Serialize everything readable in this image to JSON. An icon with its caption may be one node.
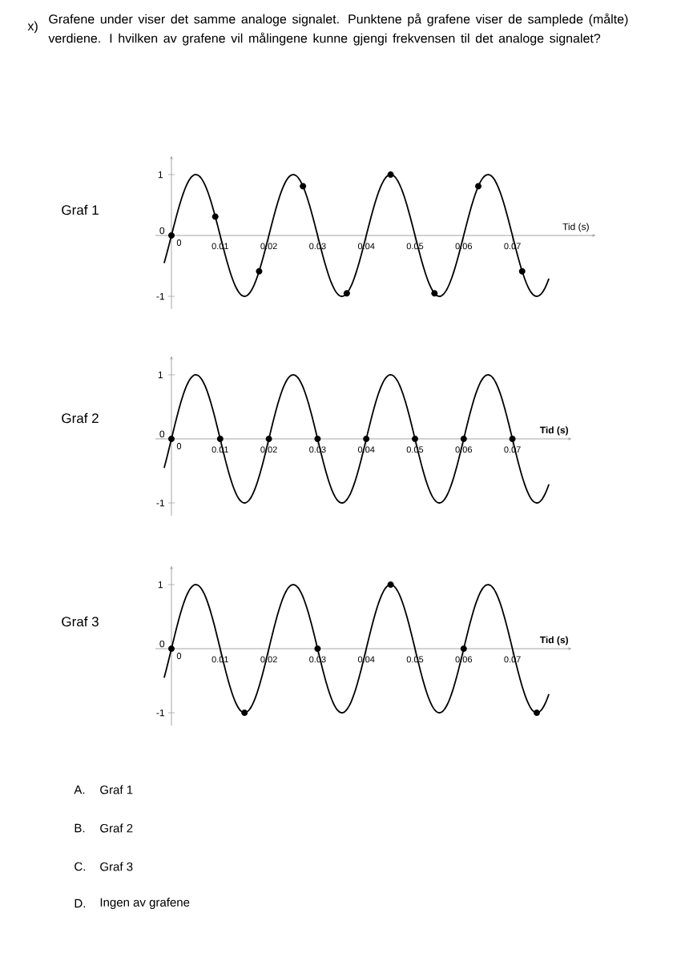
{
  "diagram": {
    "labels": [
      "x)",
      "Grafene under viser det samme analoge signalet. Punktene på grafene viser de samplede (målte) verdiene. I hvilken av grafene vil målingene kunne gjengi frekvensen til det analoge signalet?",
      "1",
      "Graf 1",
      "0",
      "Tid (s)",
      "0",
      "0.01",
      "0.02",
      "0.03",
      "0.04",
      "0.05",
      "0.06",
      "0.07",
      "-1",
      "1",
      "Graf 2",
      "0",
      "Tid (s)",
      "0",
      "0.01",
      "0.02",
      "0.03",
      "0.04",
      "0.05",
      "0.06",
      "0.07",
      "-1",
      "1",
      "Graf 3",
      "0",
      "Tid (s)",
      "0",
      "0.01",
      "0.02",
      "0.03",
      "0.04",
      "0.05",
      "0.06",
      "0.07",
      "-1",
      "A.",
      "Graf 1",
      "B.",
      "Graf 2",
      "C.",
      "Graf 3",
      "D.",
      "Ingen av grafene"
    ]
  }
}
